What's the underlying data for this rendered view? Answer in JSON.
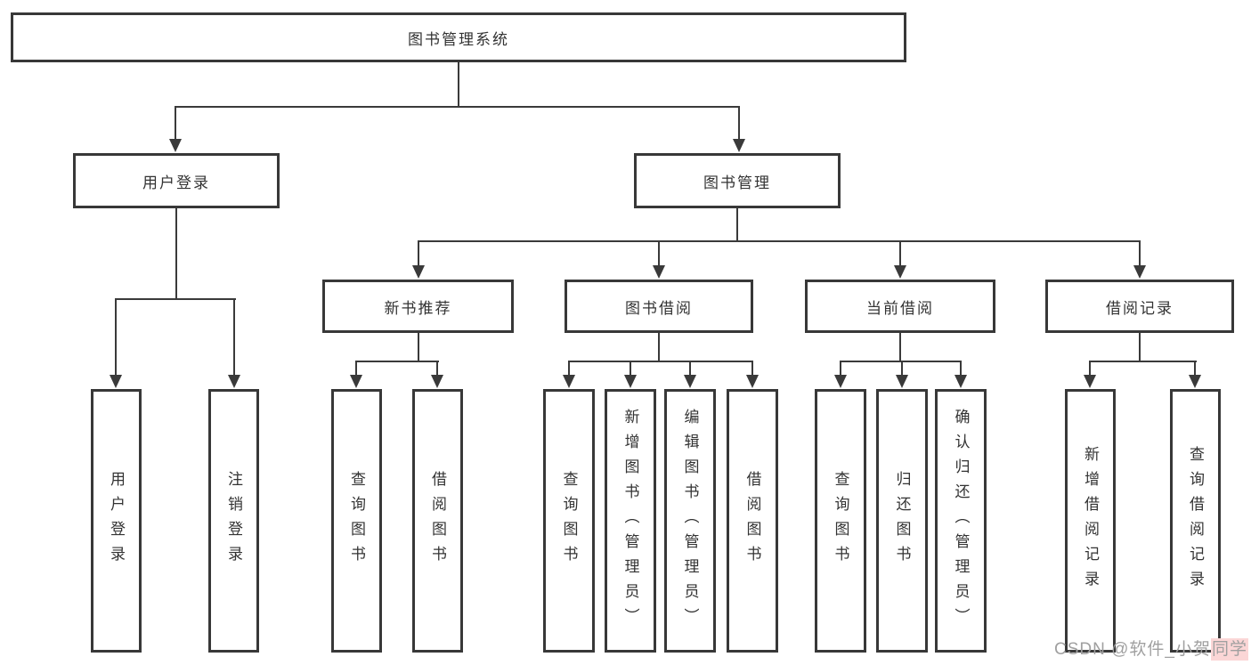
{
  "diagram": {
    "root": {
      "label": "图书管理系统"
    },
    "branches": [
      {
        "label": "用户登录",
        "children": [
          {
            "label": "用户登录"
          },
          {
            "label": "注销登录"
          }
        ]
      },
      {
        "label": "图书管理",
        "children": [
          {
            "label": "新书推荐",
            "children": [
              {
                "label": "查询图书"
              },
              {
                "label": "借阅图书"
              }
            ]
          },
          {
            "label": "图书借阅",
            "children": [
              {
                "label": "查询图书"
              },
              {
                "label": "新增图书（管理员）"
              },
              {
                "label": "编辑图书（管理员）"
              },
              {
                "label": "借阅图书"
              }
            ]
          },
          {
            "label": "当前借阅",
            "children": [
              {
                "label": "查询图书"
              },
              {
                "label": "归还图书"
              },
              {
                "label": "确认归还（管理员）"
              }
            ]
          },
          {
            "label": "借阅记录",
            "children": [
              {
                "label": "新增借阅记录"
              },
              {
                "label": "查询借阅记录"
              }
            ]
          }
        ]
      }
    ]
  },
  "watermark": {
    "prefix": "CSDN @软件_小贺",
    "highlight": "同学"
  },
  "colors": {
    "line": "#3a3a3a",
    "box_border": "#383838",
    "text": "#333333",
    "background": "#ffffff",
    "watermark_text": "#a0a0a0",
    "watermark_highlight_bg": "#fbd6d6"
  }
}
